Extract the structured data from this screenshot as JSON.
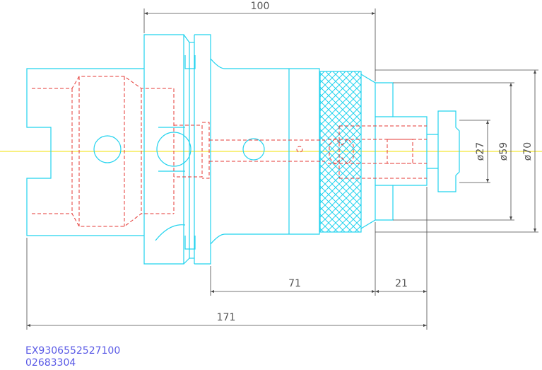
{
  "colors": {
    "outline": "#22d3ee",
    "hidden": "#e53935",
    "dimension": "#4a4a4a",
    "centerline": "#f0e000",
    "code_text": "#5a5ae6"
  },
  "dimensions": {
    "top": "100",
    "length_71": "71",
    "length_21": "21",
    "total": "171",
    "dia_27": "ø27",
    "dia_59": "ø59",
    "dia_70": "ø70"
  },
  "codes": {
    "line1": "EX9306552527100",
    "line2": "02683304"
  }
}
